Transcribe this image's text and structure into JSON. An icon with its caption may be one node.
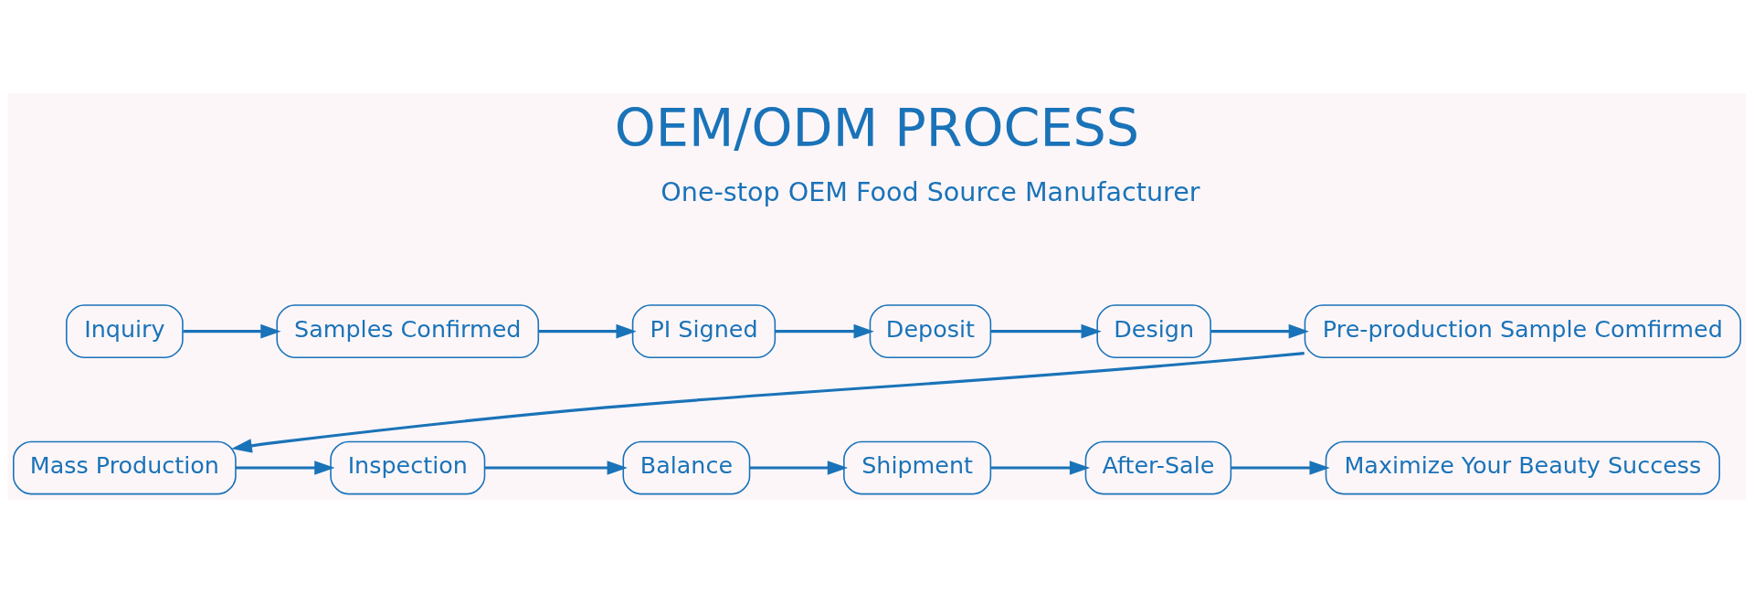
{
  "diagram": {
    "title": "OEM/ODM PROCESS",
    "nodes": [
      {
        "text": [
          "Inquiry"
        ]
      },
      {
        "text": [
          "Samples Confirmed"
        ]
      },
      {
        "text": [
          "PI Signed"
        ]
      },
      {
        "text": [
          "Deposit"
        ]
      },
      {
        "text": [
          "Design"
        ]
      },
      {
        "text": [
          "Pre-production Sample Comfirmed"
        ]
      },
      {
        "text": [
          "Mass Production"
        ]
      },
      {
        "text": [
          "Inspection"
        ]
      },
      {
        "text": [
          "Balance"
        ]
      },
      {
        "text": [
          "Shipment"
        ]
      },
      {
        "text": [
          "After-Sale"
        ]
      },
      {
        "text": [
          "Maximize Your Beauty Success"
        ]
      }
    ],
    "edges": [
      {
        "from": 0,
        "to": 1,
        "arrow": "to"
      },
      {
        "from": 1,
        "to": 2,
        "arrow": "to"
      },
      {
        "from": 2,
        "to": 3,
        "arrow": "to"
      },
      {
        "from": 3,
        "to": 4,
        "arrow": "to"
      },
      {
        "from": 4,
        "to": 5,
        "arrow": "to"
      },
      {
        "from": 5,
        "to": 6,
        "arrow": "to"
      },
      {
        "from": 6,
        "to": 7,
        "arrow": "to"
      },
      {
        "from": 7,
        "to": 8,
        "arrow": "to"
      },
      {
        "from": 8,
        "to": 9,
        "arrow": "to"
      },
      {
        "from": 9,
        "to": 10,
        "arrow": "to"
      },
      {
        "from": 10,
        "to": 11,
        "arrow": "to"
      }
    ],
    "labels": [
      "One-stop OEM Food Source Manufacturer"
    ]
  }
}
